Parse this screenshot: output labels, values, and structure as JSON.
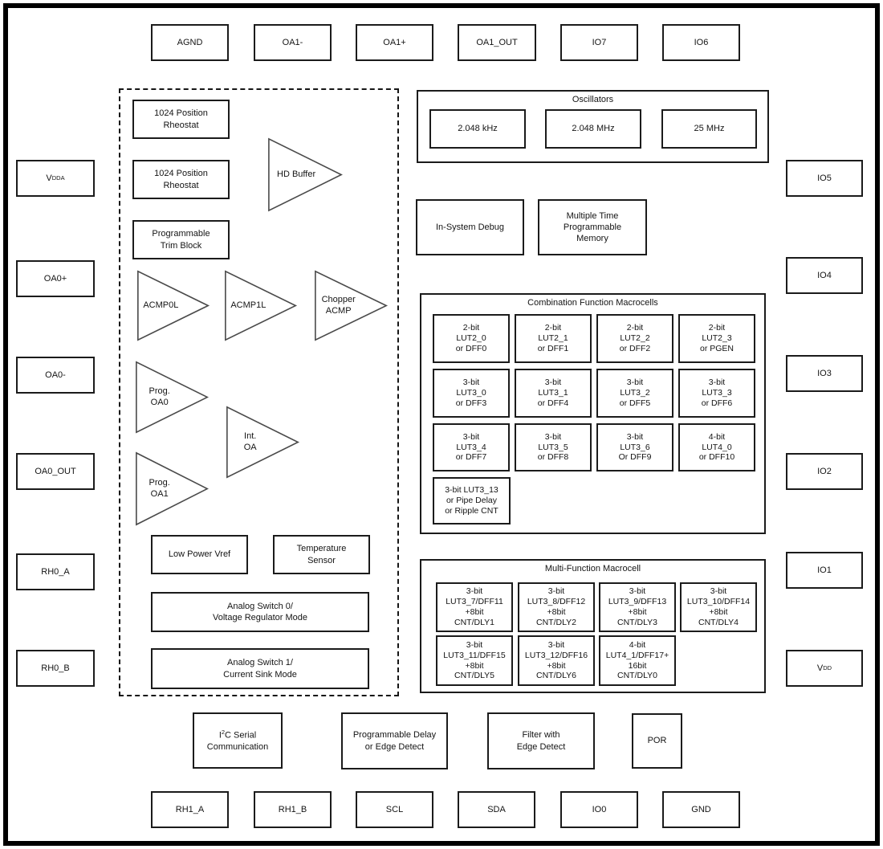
{
  "colors": {
    "background": "#ffffff",
    "frame": "#000000",
    "box_line": "#1b1b1b",
    "triangle_stroke": "#4a4a4a",
    "ink": "#141414"
  },
  "pins": {
    "top": [
      {
        "label": "AGND"
      },
      {
        "label": "OA1-"
      },
      {
        "label": "OA1+"
      },
      {
        "label": "OA1_OUT"
      },
      {
        "label": "IO7"
      },
      {
        "label": "IO6"
      }
    ],
    "left": [
      {
        "label": "V",
        "sub": "DDA"
      },
      {
        "label": "OA0+"
      },
      {
        "label": "OA0-"
      },
      {
        "label": "OA0_OUT"
      },
      {
        "label": "RH0_A"
      },
      {
        "label": "RH0_B"
      }
    ],
    "right": [
      {
        "label": "IO5"
      },
      {
        "label": "IO4"
      },
      {
        "label": "IO3"
      },
      {
        "label": "IO2"
      },
      {
        "label": "IO1"
      },
      {
        "label": "V",
        "sub": "DD"
      }
    ],
    "bottom": [
      {
        "label": "RH1_A"
      },
      {
        "label": "RH1_B"
      },
      {
        "label": "SCL"
      },
      {
        "label": "SDA"
      },
      {
        "label": "IO0"
      },
      {
        "label": "GND"
      }
    ]
  },
  "analog_block": {
    "rheostat_a": "1024 Position\nRheostat",
    "rheostat_b": "1024 Position\nRheostat",
    "trim": "Programmable\nTrim Block",
    "hd_buffer": "HD Buffer",
    "acmp0l": "ACMP0L",
    "acmp1l": "ACMP1L",
    "chopper_acmp": "Chopper\nACMP",
    "prog_oa0": "Prog.\nOA0",
    "int_oa": "Int.\nOA",
    "prog_oa1": "Prog.\nOA1",
    "low_power_vref": "Low Power Vref",
    "temp_sensor": "Temperature\nSensor",
    "analog_switch0": "Analog Switch 0/\nVoltage Regulator Mode",
    "analog_switch1": "Analog Switch 1/\nCurrent Sink Mode"
  },
  "oscillators": {
    "title": "Oscillators",
    "items": [
      {
        "label": "2.048 kHz"
      },
      {
        "label": "2.048 MHz"
      },
      {
        "label": "25 MHz"
      }
    ]
  },
  "debug": {
    "label": "In-System Debug"
  },
  "mtp": {
    "label": "Multiple Time\nProgrammable\nMemory"
  },
  "comb_macrocells": {
    "title": "Combination Function Macrocells",
    "cells": [
      "2-bit\nLUT2_0\nor DFF0",
      "2-bit\nLUT2_1\nor DFF1",
      "2-bit\nLUT2_2\nor DFF2",
      "2-bit\nLUT2_3\nor PGEN",
      "3-bit\nLUT3_0\nor DFF3",
      "3-bit\nLUT3_1\nor DFF4",
      "3-bit\nLUT3_2\nor DFF5",
      "3-bit\nLUT3_3\nor DFF6",
      "3-bit\nLUT3_4\nor DFF7",
      "3-bit\nLUT3_5\nor DFF8",
      "3-bit\nLUT3_6\nOr DFF9",
      "4-bit\nLUT4_0\nor DFF10"
    ],
    "extra": "3-bit LUT3_13\nor Pipe Delay\nor Ripple CNT"
  },
  "multi_macrocell": {
    "title": "Multi-Function Macrocell",
    "cells": [
      "3-bit\nLUT3_7/DFF11\n+8bit\nCNT/DLY1",
      "3-bit\nLUT3_8/DFF12\n+8bit\nCNT/DLY2",
      "3-bit\nLUT3_9/DFF13\n+8bit\nCNT/DLY3",
      "3-bit\nLUT3_10/DFF14\n+8bit\nCNT/DLY4",
      "3-bit\nLUT3_11/DFF15\n+8bit\nCNT/DLY5",
      "3-bit\nLUT3_12/DFF16\n+8bit\nCNT/DLY6",
      "4-bit\nLUT4_1/DFF17+\n16bit\nCNT/DLY0"
    ]
  },
  "bottom_blocks": {
    "i2c": {
      "pre": "I",
      "sup": "2",
      "post": "C Serial\nCommunication"
    },
    "prog_delay": {
      "label": "Programmable Delay\nor Edge Detect"
    },
    "filter": {
      "label": "Filter with\nEdge Detect"
    },
    "por": {
      "label": "POR"
    }
  }
}
